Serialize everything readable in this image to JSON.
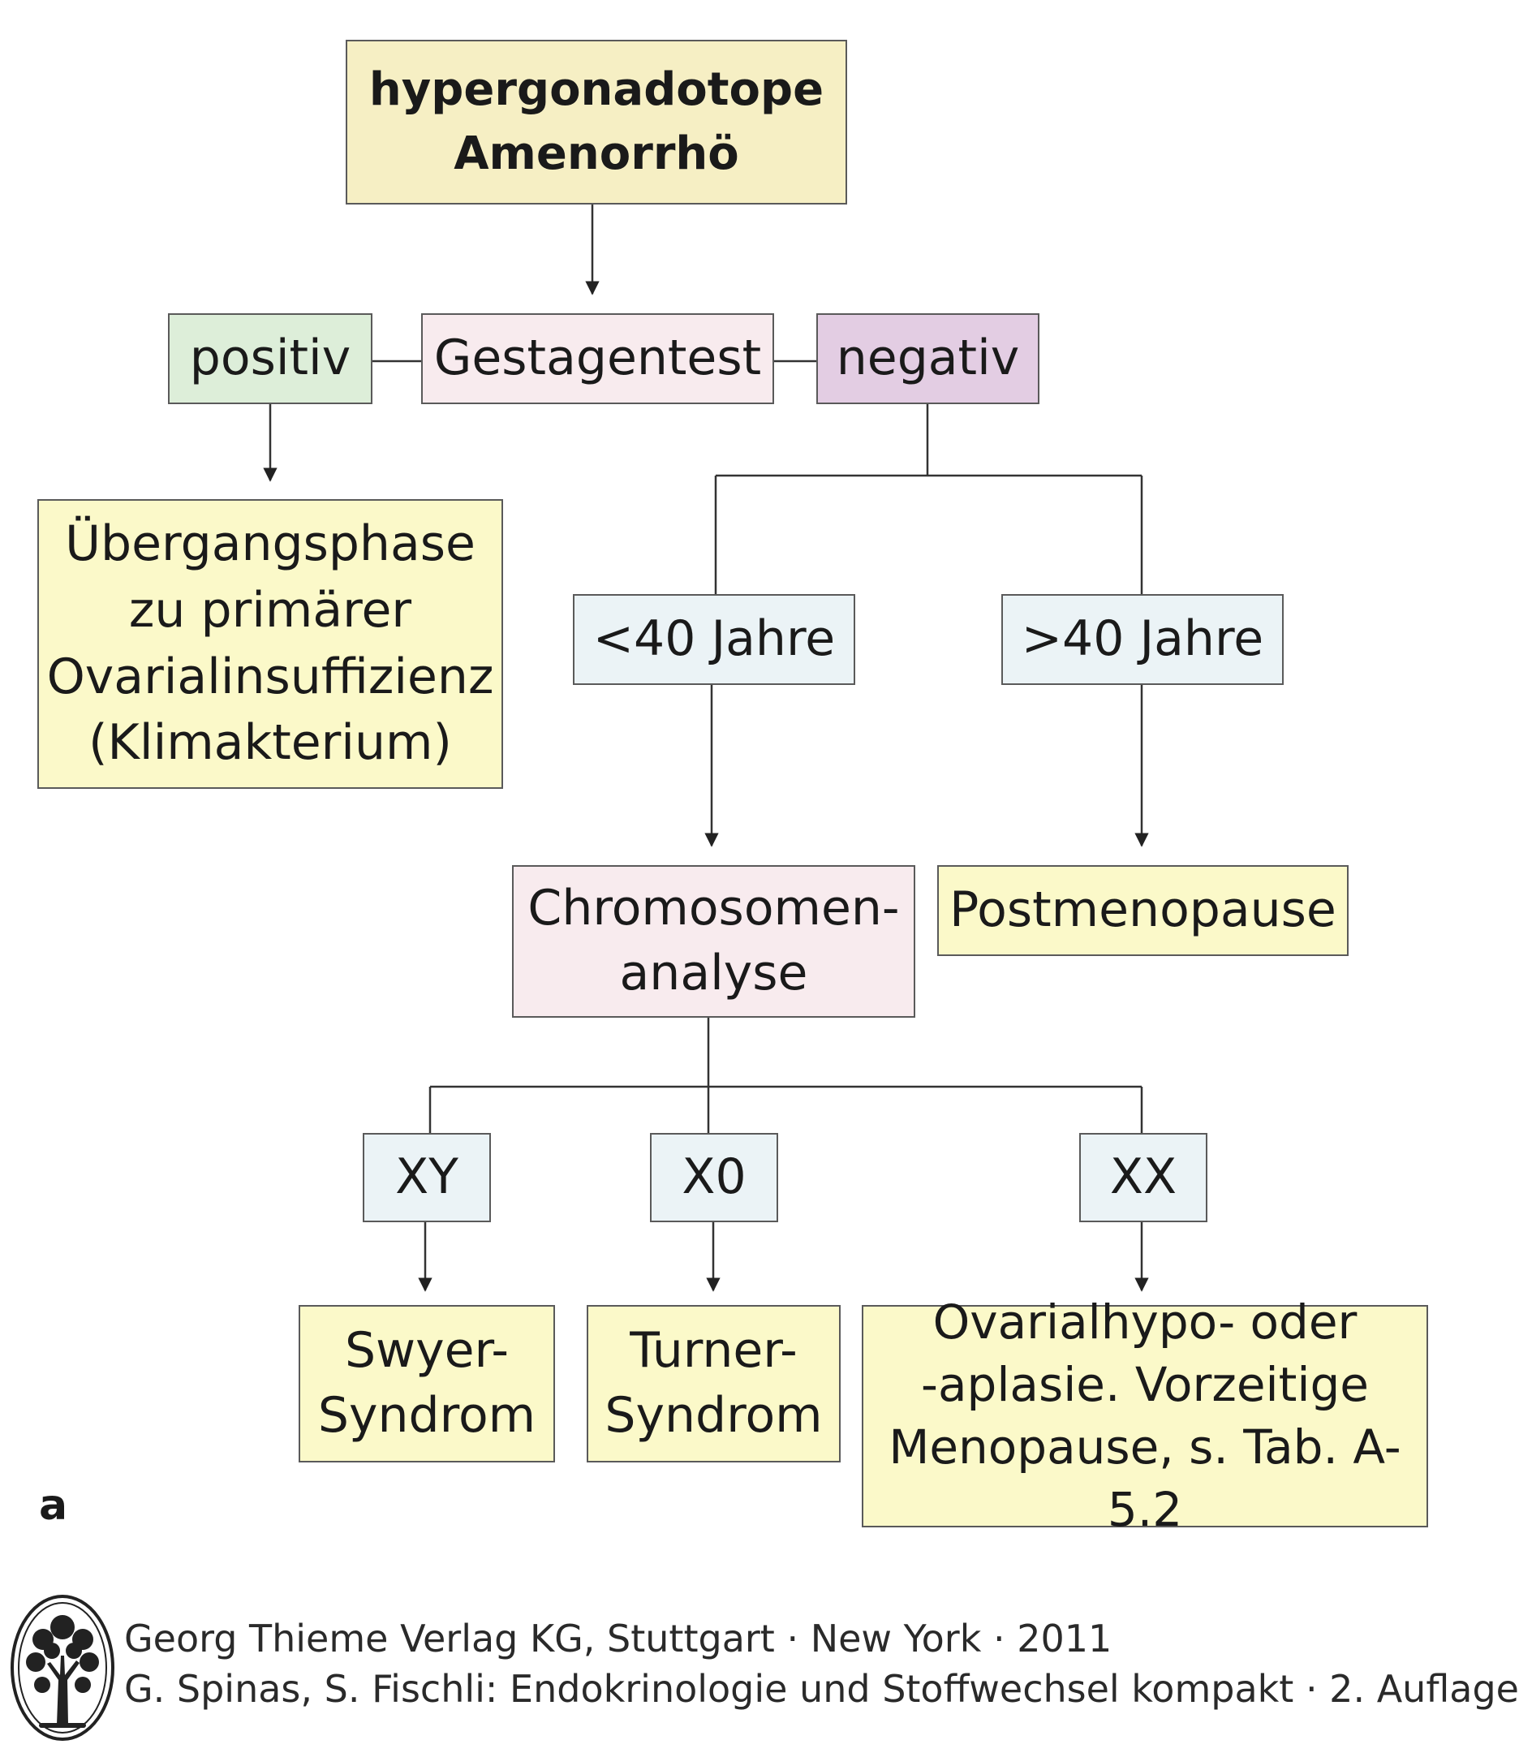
{
  "nodes": {
    "root": "hypergonadotope\nAmenorrhö",
    "test": "Gestagentest",
    "positive": "positiv",
    "negative": "negativ",
    "transition": "Übergangsphase\nzu primärer\nOvarialinsuffizienz\n(Klimakterium)",
    "under40": "<40 Jahre",
    "over40": ">40 Jahre",
    "chromosome": "Chromosomen-\nanalyse",
    "postmenopause": "Postmenopause",
    "xy": "XY",
    "x0": "X0",
    "xx": "XX",
    "swyer": "Swyer-\nSyndrom",
    "turner": "Turner-\nSyndrom",
    "ovarial": "Ovarialhypo- oder\n-aplasie. Vorzeitige\nMenopause, s. Tab. A-5.2"
  },
  "figure_letter": "a",
  "publisher": {
    "line1": "Georg Thieme Verlag KG, Stuttgart · New York · 2011",
    "line2": "G. Spinas, S. Fischli: Endokrinologie und Stoffwechsel kompakt · 2. Auflage"
  },
  "colors": {
    "root": "#f6efc4",
    "result": "#fbf9c9",
    "test": "#f8ebee",
    "positive": "#ddeed9",
    "negative": "#e3cde3",
    "category": "#ebf3f6"
  }
}
